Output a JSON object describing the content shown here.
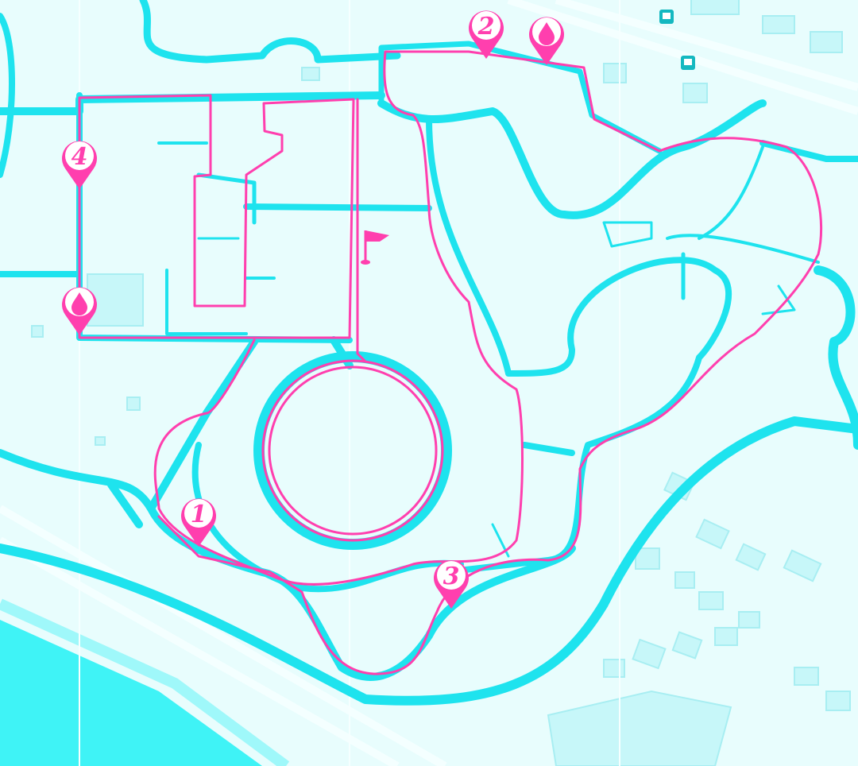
{
  "map": {
    "colors": {
      "background": "#e8fdfd",
      "path": "#1ee3ee",
      "water": "#3ff3f6",
      "route": "#ff3fae",
      "building": "#c7f7f9"
    },
    "markers": [
      {
        "id": "checkpoint-1",
        "label": "1",
        "icon": "numbered-pin"
      },
      {
        "id": "checkpoint-2",
        "label": "2",
        "icon": "numbered-pin"
      },
      {
        "id": "checkpoint-3",
        "label": "3",
        "icon": "numbered-pin"
      },
      {
        "id": "checkpoint-4",
        "label": "4",
        "icon": "numbered-pin"
      },
      {
        "id": "water-station-a",
        "icon": "water-drop-pin"
      },
      {
        "id": "water-station-b",
        "icon": "water-drop-pin"
      },
      {
        "id": "finish",
        "icon": "finish-flag"
      },
      {
        "id": "bus-stop-a",
        "icon": "bus-stop-icon"
      },
      {
        "id": "bus-stop-b",
        "icon": "bus-stop-icon"
      }
    ]
  }
}
